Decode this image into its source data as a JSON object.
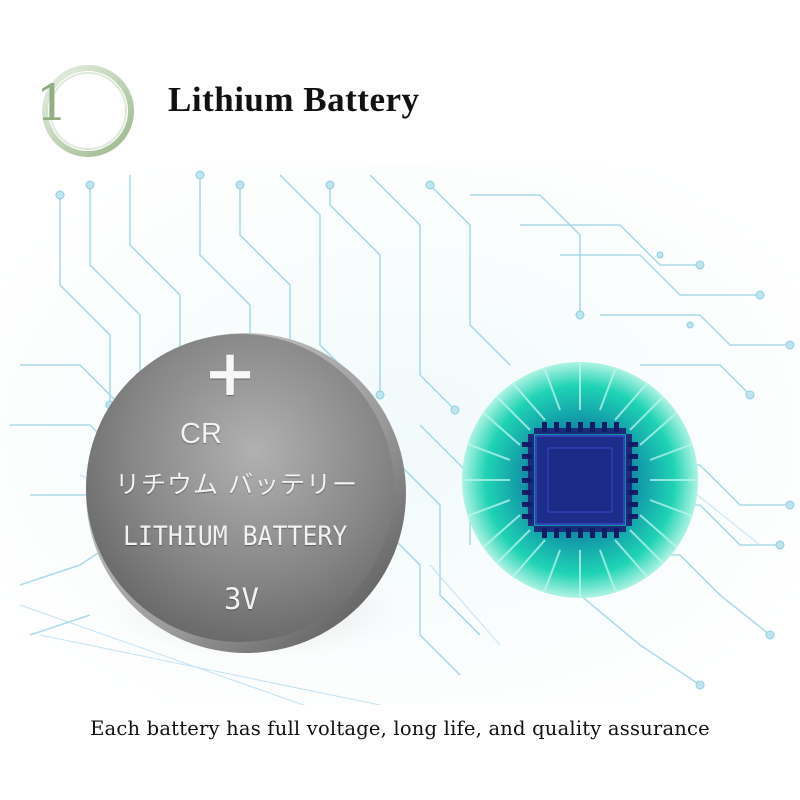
{
  "header": {
    "step_number": "1",
    "title": "Lithium Battery",
    "accent_color": "#8fae82"
  },
  "battery": {
    "polarity_symbol": "+",
    "model": "CR",
    "japanese_label": "リチウム バッテリー",
    "english_label": "LITHIUM BATTERY",
    "voltage": "3V",
    "color": "#7a7a7a"
  },
  "chip_graphic": {
    "icon": "microchip-icon",
    "glow_color": "#1fd3b4",
    "chip_color": "#1e2d8c"
  },
  "caption": "Each battery has full voltage, long life, and quality assurance"
}
